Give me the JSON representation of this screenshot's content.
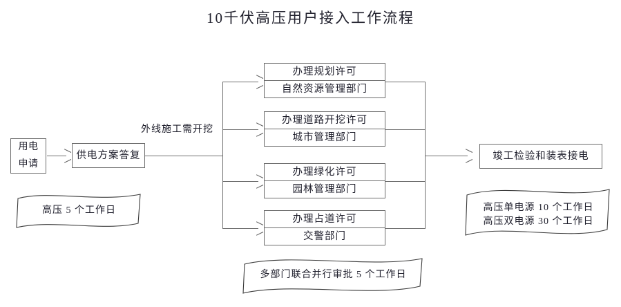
{
  "page": {
    "title": "10千伏高压用户接入工作流程"
  },
  "nodes": {
    "apply": {
      "line1": "用电",
      "line2": "申请"
    },
    "reply": {
      "label": "供电方案答复"
    },
    "final": {
      "label": "竣工检验和装表接电"
    }
  },
  "edge_labels": {
    "dig_required": "外线施工需开挖"
  },
  "parallel_boxes": [
    {
      "task": "办理规划许可",
      "department": "自然资源管理部门"
    },
    {
      "task": "办理道路开挖许可",
      "department": "城市管理部门"
    },
    {
      "task": "办理绿化许可",
      "department": "园林管理部门"
    },
    {
      "task": "办理占道许可",
      "department": "交警部门"
    }
  ],
  "banners": {
    "left": {
      "line1": "高压 5 个工作日"
    },
    "right": {
      "line1": "高压单电源 10 个工作日",
      "line2": "高压双电源 30 个工作日"
    },
    "bottom": {
      "line1": "多部门联合并行审批 5 个工作日"
    }
  },
  "colors": {
    "stroke": "#6f6f6f",
    "text": "#1f1f2c",
    "background": "#ffffff"
  }
}
